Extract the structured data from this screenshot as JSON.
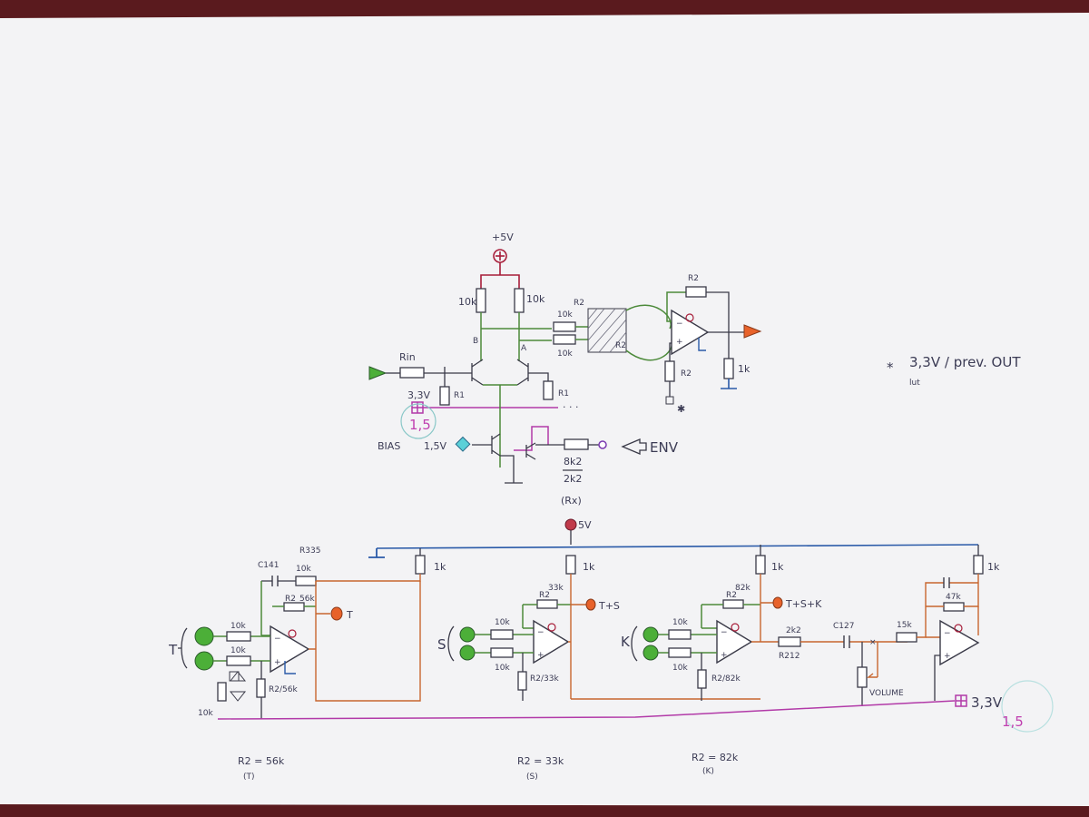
{
  "upper_circuit": {
    "supply_label": "+5V",
    "collector_left": "10k",
    "collector_right": "10k",
    "node_b": "B",
    "node_a": "A",
    "input_res": "Rin",
    "r1_left": "R1",
    "r1_right": "R1",
    "vref_label": "3,3V",
    "vref_alt": "1,5",
    "bias_label": "BIAS",
    "bias_volt": "1,5V",
    "env_res": "8k2",
    "env_res_alt": "2k2",
    "env_res_name": "(Rx)",
    "env_label": "ENV",
    "out_res_top": "10k",
    "out_res_bot": "10k",
    "pot_r2_a": "R2",
    "pot_r2_b": "R2",
    "feedback_r2": "R2",
    "ground_r2": "R2",
    "load_res": "1k",
    "note_star": "*",
    "note_line1": "3,3V / prev. OUT",
    "note_line2": "lut"
  },
  "lower_circuit": {
    "supply_label": "5V",
    "t": {
      "cap": "C141",
      "feedback": "10k",
      "rail_res": "R335",
      "r2": "R2",
      "r2_val": "56k",
      "in_res_a": "10k",
      "in_res_b": "10k",
      "input_label": "T",
      "r2_ground": "R2/56k",
      "diode_res": "10k",
      "output_label": "T",
      "pullup": "1k"
    },
    "s": {
      "r2": "R2",
      "r2_val": "33k",
      "in_res_a": "10k",
      "in_res_b": "10k",
      "input_label": "S",
      "r2_ground": "R2/33k",
      "output_label": "T+S",
      "pullup": "1k"
    },
    "k": {
      "r2": "R2",
      "r2_val": "82k",
      "in_res_a": "10k",
      "in_res_b": "10k",
      "input_label": "K",
      "r2_ground": "R2/82k",
      "output_label": "T+S+K",
      "pullup": "1k"
    },
    "out_res": "2k2",
    "out_res_name": "R212",
    "cap": "C127",
    "volume": "VOLUME",
    "mix_res": "15k",
    "final_feedback": "47k",
    "final_pullup": "1k",
    "vref_label": "3,3V",
    "vref_alt": "1,5"
  },
  "notes": [
    {
      "text": "R2 = 56k",
      "sub": "(T)"
    },
    {
      "text": "R2 = 33k",
      "sub": "(S)"
    },
    {
      "text": "R2 = 82k",
      "sub": "(K)"
    }
  ],
  "colors": {
    "paper": "#f4f4f6",
    "frame": "#5a1a1e",
    "green_wire": "#4c8a3a",
    "orange_wire": "#c8662e",
    "blue_wire": "#2a5aa8",
    "magenta_wire": "#b23aa8",
    "red_wire": "#a81e3a",
    "input_node": "#4caf38",
    "output_node": "#e8622a"
  }
}
